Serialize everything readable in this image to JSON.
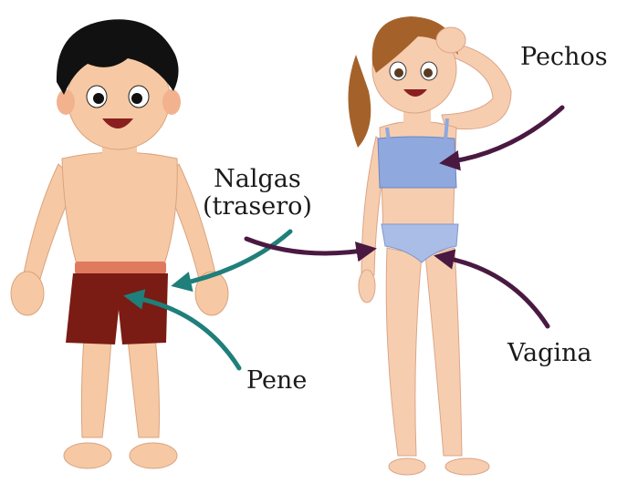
{
  "labels": {
    "pechos": "Pechos",
    "nalgas_line1": "Nalgas",
    "nalgas_line2": "(trasero)",
    "pene": "Pene",
    "vagina": "Vagina"
  },
  "colors": {
    "skin_boy": "#f6c9a4",
    "skin_girl": "#f7cdb0",
    "hair_boy": "#111111",
    "hair_girl": "#a4622a",
    "shorts": "#7a1b14",
    "waistband": "#e07a5f",
    "bra": "#8fa8dd",
    "panty": "#a9bde6",
    "arrow_teal": "#1f7f7a",
    "arrow_purple": "#4a1942"
  },
  "icons": [
    "boy-figure-icon",
    "girl-figure-icon",
    "arrow-icon"
  ]
}
